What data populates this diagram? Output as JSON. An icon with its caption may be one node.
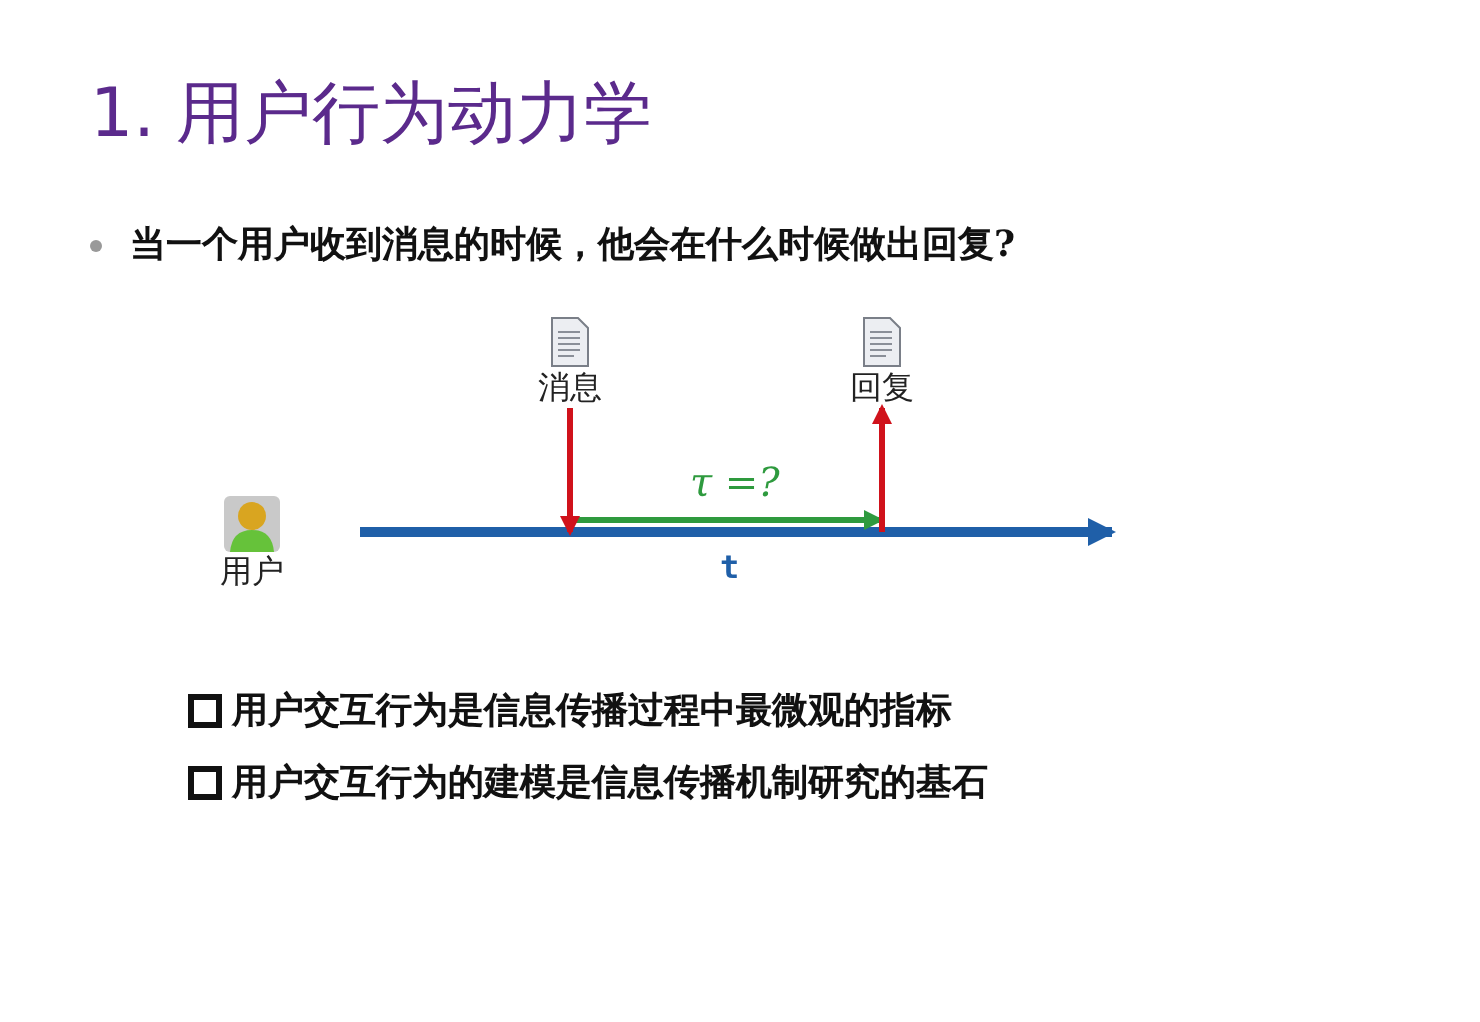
{
  "diagram": {
    "title": "1. 用户行为动力学",
    "nodes": [
      {
        "text": [
          "用户"
        ]
      },
      {
        "text": [
          "消息"
        ]
      },
      {
        "text": [
          "回复"
        ]
      },
      {
        "text": [],
        "shape": "bar"
      }
    ],
    "edges": [
      {
        "from": 1,
        "to": 3,
        "arrow": "to"
      },
      {
        "from": 3,
        "to": 2,
        "arrow": "to"
      }
    ],
    "labels": [
      "当一个用户收到消息的时候，他会在什么时候做出回复?",
      "τ =?",
      "t",
      "用户交互行为是信息传播过程中最微观的指标",
      "用户交互行为的建模是信息传播机制研究的基石"
    ]
  }
}
